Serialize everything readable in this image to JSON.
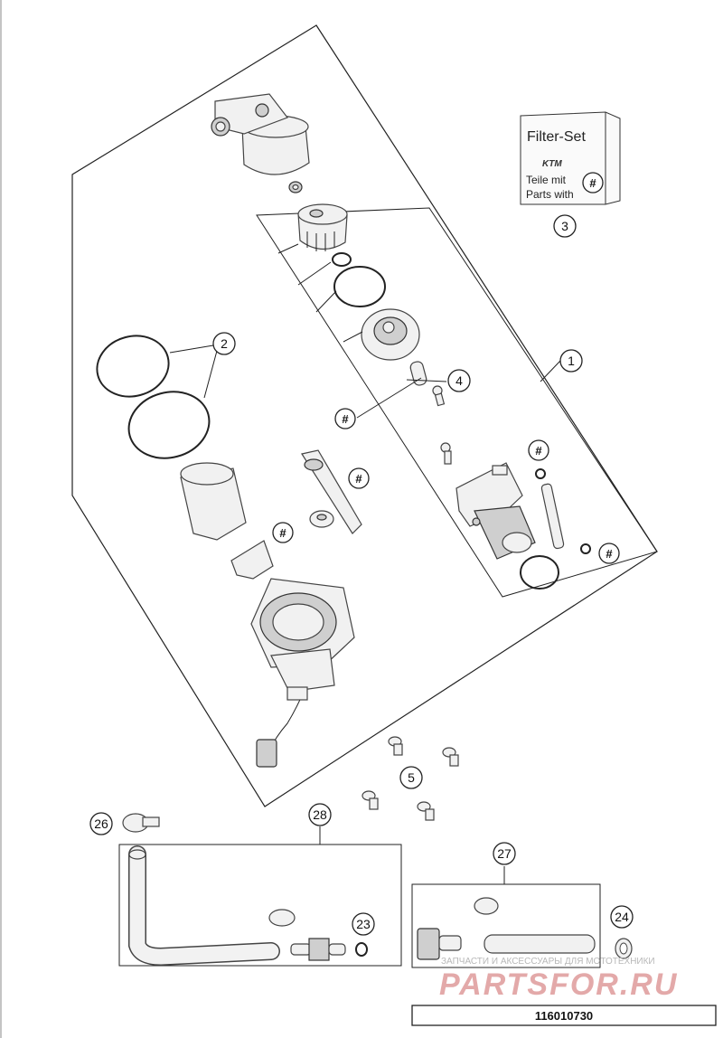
{
  "callouts": [
    "1",
    "2",
    "3",
    "4",
    "5",
    "23",
    "24",
    "26",
    "27",
    "28"
  ],
  "hash_marker": "#",
  "filter_set_box": {
    "title": "Filter-Set",
    "brand": "KTM",
    "line1": "Teile mit",
    "line2": "Parts with",
    "marker": "#"
  },
  "watermark": {
    "tagline": "ЗАПЧАСТИ И АКСЕССУАРЫ ДЛЯ МОТОТЕХНИКИ",
    "site": "PARTSFOR.RU"
  },
  "part_number": "116010730"
}
